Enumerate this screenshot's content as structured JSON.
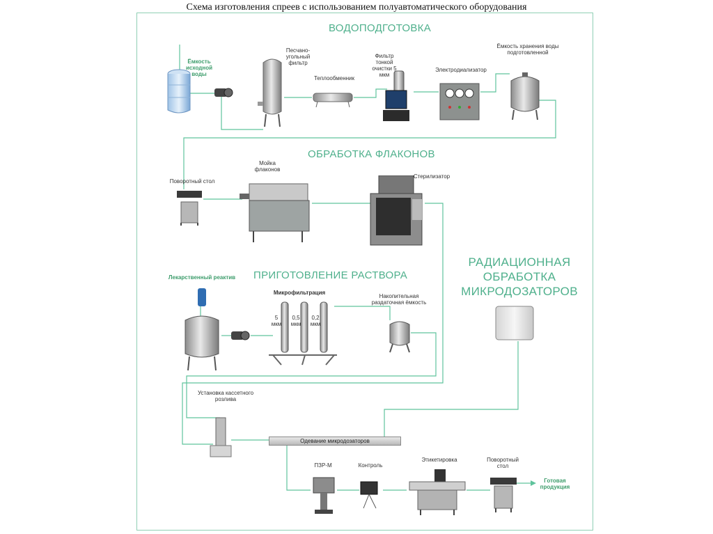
{
  "title": "Схема изготовления спреев с использованием полуавтоматического оборудования",
  "sections": {
    "water": "ВОДОПОДГОТОВКА",
    "bottles": "ОБРАБОТКА ФЛАКОНОВ",
    "solution": "ПРИГОТОВЛЕНИЕ РАСТВОРА",
    "radiation": "РАДИАЦИОННАЯ\nОБРАБОТКА\nМИКРОДОЗАТОРОВ"
  },
  "labels": {
    "source_tank": "Ёмкость исходной воды",
    "sand_filter": "Песчано-угольный фильтр",
    "heat_exchanger": "Теплообменник",
    "fine_filter": "Фильтр тонкой очистки 5 мкм",
    "electrodeionizer": "Электродиализатор",
    "storage_tank": "Ёмкость хранения воды подготовленной",
    "rotary_table_1": "Поворотный стол",
    "bottle_washer": "Мойка флаконов",
    "sterilizer": "Стерилизатор",
    "reagent": "Лекарственный реактив",
    "microfiltration": "Микрофильтрация",
    "filter_5": "5 мкм",
    "filter_05": "0,5 мкм",
    "filter_02": "0,2 мкм",
    "dispensing_tank": "Накопительная раздаточная ёмкость",
    "cassette_filling": "Установка кассетного розлива",
    "capping": "Одевание микродозаторов",
    "pzr": "ПЗР-М",
    "control": "Контроль",
    "labeling": "Этикетировка",
    "rotary_table_2": "Поворотный стол",
    "product": "Готовая продукция"
  },
  "colors": {
    "line": "#5fc39c",
    "accent": "#4fb08c",
    "frame": "#8fcfb4"
  }
}
